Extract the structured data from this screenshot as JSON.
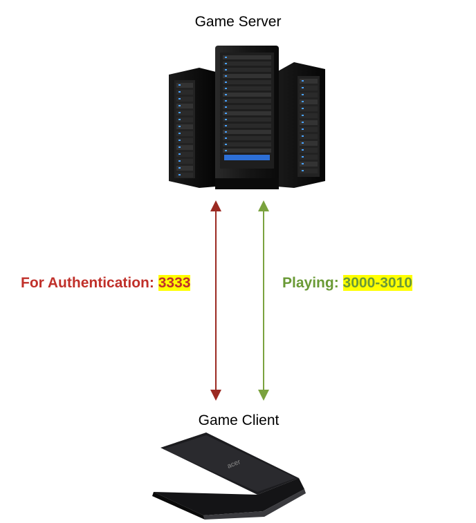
{
  "server": {
    "title": "Game Server",
    "icon": "server-rack-icon"
  },
  "client": {
    "title": "Game Client",
    "icon": "laptop-icon",
    "brand": "acer"
  },
  "links": [
    {
      "label": "For Authentication:",
      "port": "3333",
      "color": "#9b2a22",
      "label_color": "#c0302a",
      "highlight": "#ffff00"
    },
    {
      "label": "Playing:",
      "port": "3000-3010",
      "color": "#7aa23e",
      "label_color": "#6a9a36",
      "highlight": "#ffff00"
    }
  ]
}
